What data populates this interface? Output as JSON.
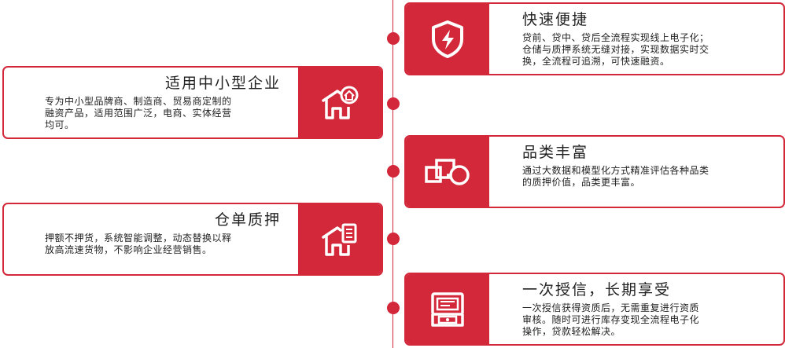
{
  "accent_color": "#d3273a",
  "features": {
    "fast": {
      "icon": "shield-lightning-icon",
      "title": "快速便捷",
      "lines": [
        "贷前、贷中、贷后全流程实现线上电子化；",
        "仓储与质押系统无缝对接，实现数据实时交",
        "换，全流程可追溯，可快速融资。"
      ]
    },
    "sme": {
      "icon": "house-home-icon",
      "title": "适用中小型企业",
      "lines": [
        "专为中小型品牌商、制造商、贸易商定制的",
        "融资产品，适用范围广泛，电商、实体经营",
        "均可。"
      ]
    },
    "variety": {
      "icon": "shapes-icon",
      "title": "品类丰富",
      "lines": [
        "通过大数据和模型化方式精准评估各种品类",
        "的质押价值，品类更丰富。"
      ]
    },
    "warehouse": {
      "icon": "house-document-icon",
      "title": "仓单质押",
      "lines": [
        "押额不押货，系统智能调整，动态替换以释",
        "放高流速货物，不影响企业经营销售。"
      ]
    },
    "credit": {
      "icon": "atm-machine-icon",
      "title": "一次授信，长期享受",
      "lines": [
        "一次授信获得资质后，无需重复进行资质",
        "审核。随时可进行库存变现全流程电子化",
        "操作，贷款轻松解决。"
      ]
    }
  }
}
